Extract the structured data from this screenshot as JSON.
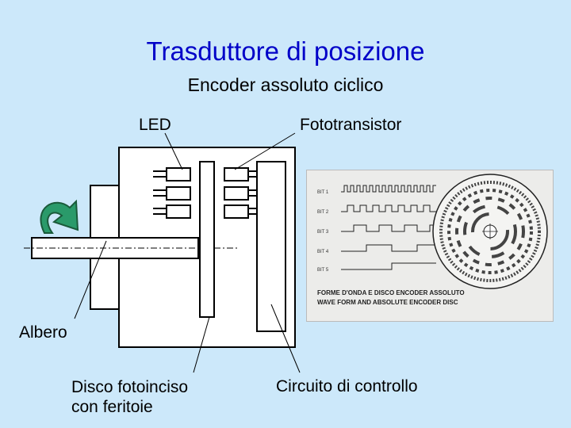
{
  "title": "Trasduttore di posizione",
  "subtitle": "Encoder assoluto ciclico",
  "labels": {
    "led": "LED",
    "fototransistor": "Fototransistor",
    "albero": "Albero",
    "disco_line1": "Disco fotoinciso",
    "disco_line2": "con feritoie",
    "circuito": "Circuito di controllo"
  },
  "photo": {
    "bits": [
      "BIT 1",
      "BIT 2",
      "BIT 3",
      "BIT 4",
      "BIT 5"
    ],
    "caption_line1": "FORME D'ONDA E DISCO ENCODER ASSOLUTO",
    "caption_line2": "WAVE FORM AND ABSOLUTE ENCODER DISC"
  },
  "colors": {
    "background": "#cce8fa",
    "title": "#0000c8",
    "rotation_arrow": "#2a9a6a"
  }
}
